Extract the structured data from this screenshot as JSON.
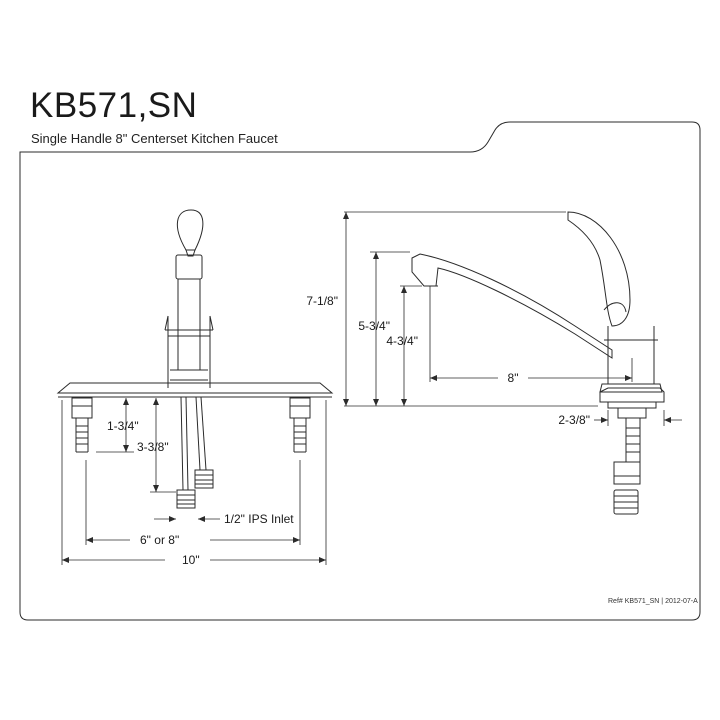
{
  "header": {
    "model": "KB571,SN",
    "description": "Single Handle 8\" Centerset Kitchen Faucet"
  },
  "front_view": {
    "dim_deck_to_shank": "1-3/4\"",
    "dim_supply_length": "3-3/8\"",
    "dim_inlet": "1/2\" IPS Inlet",
    "dim_centers": "6\" or  8\"",
    "dim_plate_width": "10\""
  },
  "side_view": {
    "dim_overall_height": "7-1/8\"",
    "dim_spout_height": "5-3/4\"",
    "dim_aerator_clearance": "4-3/4\"",
    "dim_spout_reach": "8\"",
    "dim_base_depth": "2-3/8\""
  },
  "footer": {
    "reference": "Ref# KB571_SN | 2012-07-A"
  },
  "colors": {
    "line": "#2b2b2b",
    "text": "#1a1a1a"
  }
}
